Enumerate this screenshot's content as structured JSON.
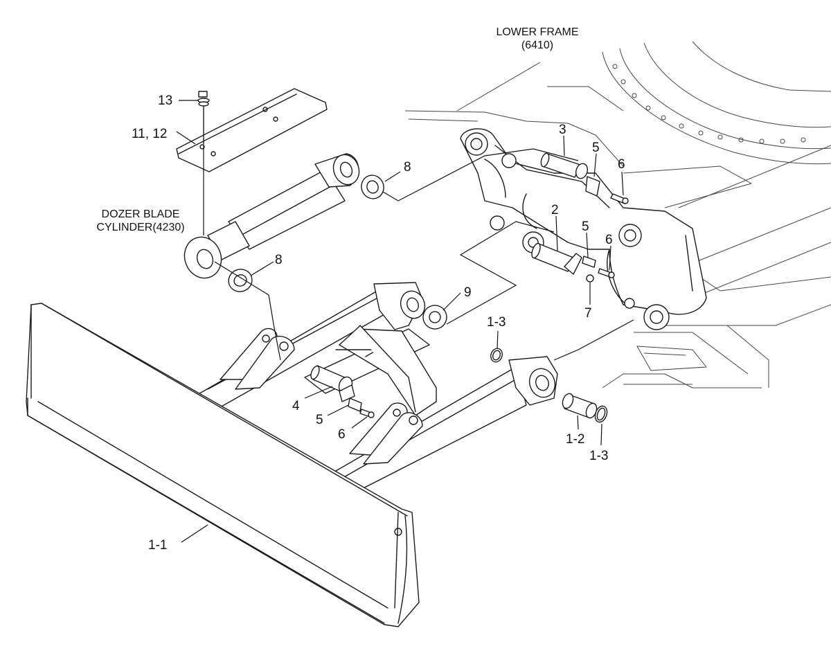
{
  "title": {
    "line1": "LOWER FRAME",
    "line2": "(6410)"
  },
  "cylinder_label": {
    "line1": "DOZER BLADE",
    "line2": "CYLINDER(4230)"
  },
  "callouts": {
    "c13": "13",
    "c11_12": "11, 12",
    "c8a": "8",
    "c8b": "8",
    "c9": "9",
    "c3": "3",
    "c5a": "5",
    "c6a": "6",
    "c2": "2",
    "c5b": "5",
    "c6b": "6",
    "c7": "7",
    "c1_3a": "1-3",
    "c4": "4",
    "c5c": "5",
    "c6c": "6",
    "c1_2": "1-2",
    "c1_3b": "1-3",
    "c1_1": "1-1"
  }
}
